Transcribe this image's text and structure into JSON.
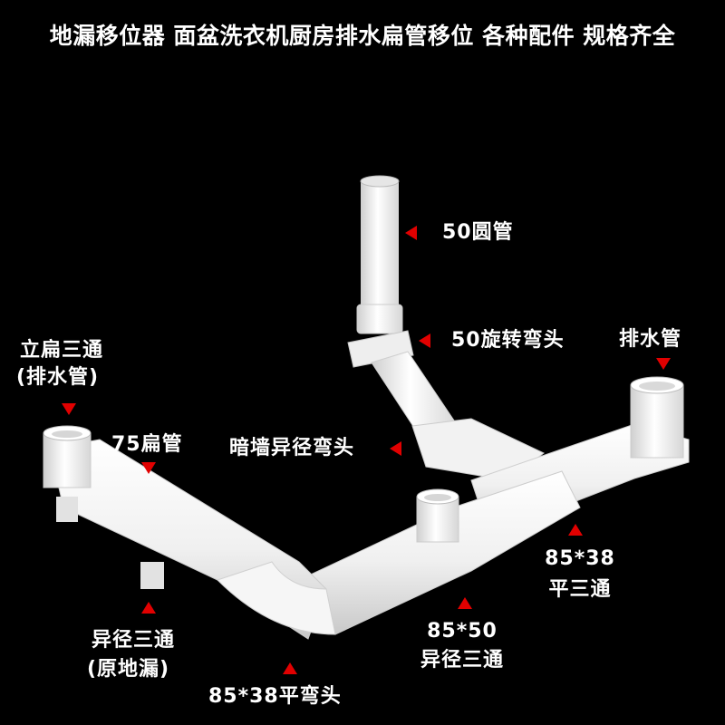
{
  "headline": "地漏移位器 面盆洗衣机厨房排水扁管移位 各种配件 规格齐全",
  "labels": {
    "round_pipe_50": "50圆管",
    "swivel_elbow_50": "50旋转弯头",
    "drain_pipe": "排水管",
    "vertical_flat_tee_line1": "立扁三通",
    "vertical_flat_tee_line2": "(排水管)",
    "flat_pipe_75": "75扁管",
    "concealed_reducer_elbow": "暗墙异径弯头",
    "flat_tee_85x38_line1": "85*38",
    "flat_tee_85x38_line2": "平三通",
    "reducer_tee_85x50_line1": "85*50",
    "reducer_tee_85x50_line2": "异径三通",
    "reducer_tee_line1": "异径三通",
    "reducer_tee_line2": "(原地漏)",
    "flat_elbow_85x38": "85*38平弯头"
  },
  "colors": {
    "background": "#000000",
    "text": "#ffffff",
    "arrow": "#e10000",
    "pipe": "#f4f4f4"
  }
}
